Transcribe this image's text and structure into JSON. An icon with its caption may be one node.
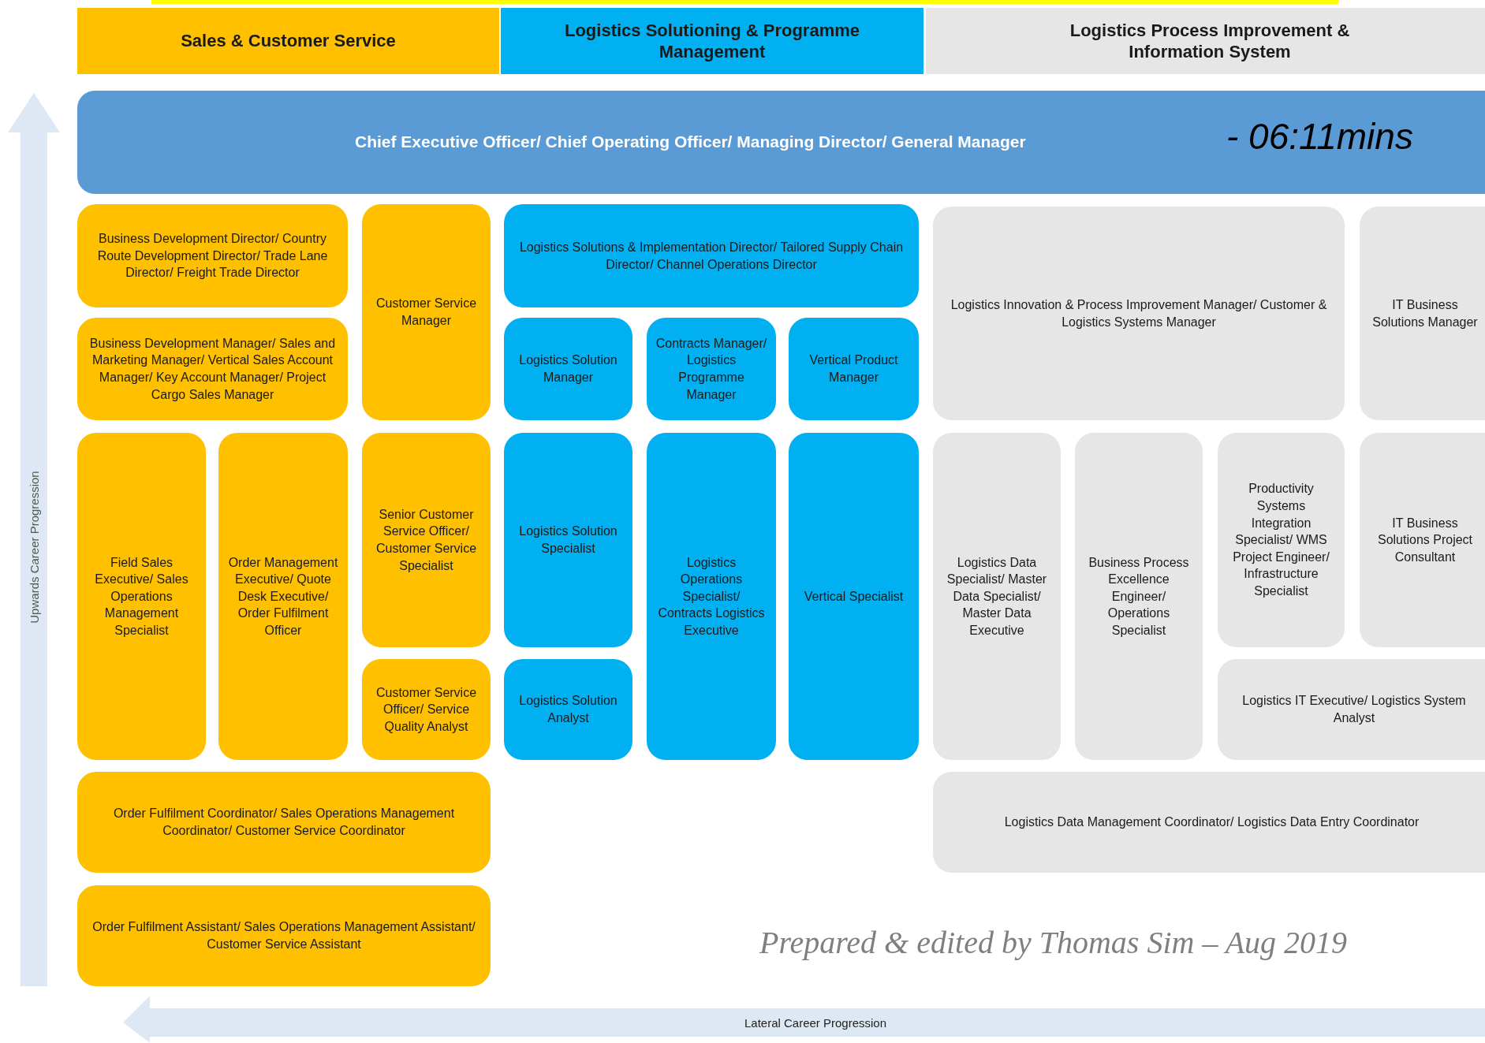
{
  "diagram": {
    "nodes": [
      {
        "text": [
          "Sales & Customer Service"
        ]
      },
      {
        "text": [
          "Logistics Solutioning & Programme Management"
        ]
      },
      {
        "text": [
          "Logistics Process Improvement & Information System"
        ]
      },
      {
        "text": [
          "Chief Executive Officer/ Chief Operating Officer/ Managing Director/ General Manager"
        ]
      },
      {
        "text": [
          "Business Development Director/ Country Route Development Director/ Trade Lane Director/ Freight Trade Director"
        ]
      },
      {
        "text": [
          "Customer Service Manager"
        ]
      },
      {
        "text": [
          "Logistics Solutions & Implementation Director/ Tailored Supply Chain Director/ Channel Operations Director"
        ]
      },
      {
        "text": [
          "Logistics Innovation & Process Improvement Manager/ Customer & Logistics Systems Manager"
        ]
      },
      {
        "text": [
          "IT Business Solutions Manager"
        ]
      },
      {
        "text": [
          "Business Development Manager/ Sales and Marketing Manager/ Vertical Sales Account Manager/ Key Account Manager/ Project Cargo Sales Manager"
        ]
      },
      {
        "text": [
          "Logistics Solution Manager"
        ]
      },
      {
        "text": [
          "Contracts Manager/ Logistics Programme Manager"
        ]
      },
      {
        "text": [
          "Vertical Product Manager"
        ]
      },
      {
        "text": [
          "Field Sales Executive/ Sales Operations Management Specialist"
        ]
      },
      {
        "text": [
          "Order Management Executive/ Quote Desk Executive/ Order Fulfilment Officer"
        ]
      },
      {
        "text": [
          "Senior Customer Service Officer/ Customer Service Specialist"
        ]
      },
      {
        "text": [
          "Logistics Solution Specialist"
        ]
      },
      {
        "text": [
          "Logistics Operations Specialist/ Contracts Logistics Executive"
        ]
      },
      {
        "text": [
          "Vertical Specialist"
        ]
      },
      {
        "text": [
          "Logistics Data Specialist/ Master Data Specialist/ Master Data Executive"
        ]
      },
      {
        "text": [
          "Business Process Excellence Engineer/ Operations Specialist"
        ]
      },
      {
        "text": [
          "Productivity Systems Integration Specialist/ WMS Project Engineer/ Infrastructure Specialist"
        ]
      },
      {
        "text": [
          "IT Business Solutions Project Consultant"
        ]
      },
      {
        "text": [
          "Customer Service Officer/ Service Quality Analyst"
        ]
      },
      {
        "text": [
          "Logistics Solution Analyst"
        ]
      },
      {
        "text": [
          "Logistics IT Executive/ Logistics System Analyst"
        ]
      },
      {
        "text": [
          "Order Fulfilment Coordinator/ Sales Operations Management Coordinator/ Customer Service Coordinator"
        ]
      },
      {
        "text": [
          "Logistics Data Management Coordinator/ Logistics Data Entry Coordinator"
        ]
      },
      {
        "text": [
          "Order Fulfilment Assistant/ Sales Operations Management Assistant/ Customer Service Assistant"
        ]
      }
    ],
    "labels": [
      "- 06:11mins",
      "Upwards Career Progression",
      "Prepared & edited by Thomas Sim – Aug 2019",
      "Lateral Career Progression"
    ]
  }
}
